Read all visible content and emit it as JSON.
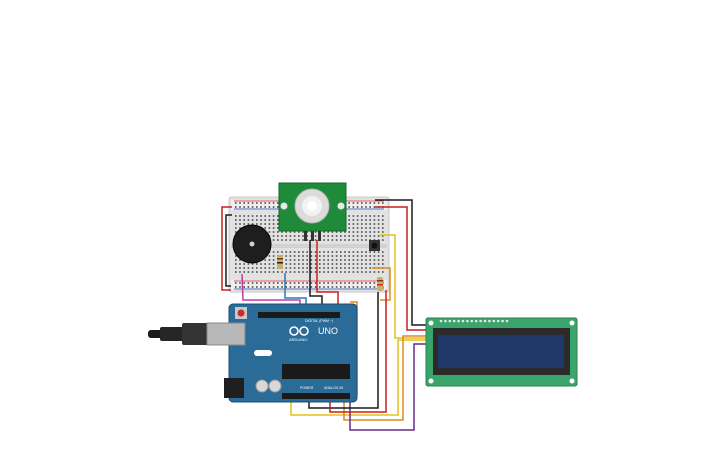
{
  "arduino": {
    "brand": "UNO",
    "maker": "ARDUINO",
    "digital_label": "DIGITAL (PWM ~)",
    "power_label": "POWER",
    "analog_label": "ANALOG IN"
  },
  "lcd": {
    "text_line1": "",
    "text_line2": ""
  },
  "colors": {
    "breadboard": "#e6e6e6",
    "arduino_board": "#2a6b97",
    "pir_board": "#1f8a3a",
    "lcd_board": "#3aa56a",
    "lcd_screen": "#1f3a66",
    "buzzer": "#1a1a1a",
    "wire_red": "#cc1f1f",
    "wire_black": "#1a1a1a",
    "wire_yellow": "#e3c21c",
    "wire_orange": "#e08a1c",
    "wire_purple": "#6a2a8a",
    "wire_blue": "#2a7ab8",
    "wire_magenta": "#c23aa8"
  },
  "icons": {
    "usb_cable": "usb-cable-icon",
    "power_jack": "power-jack-icon",
    "reset_button": "reset-button-icon"
  }
}
